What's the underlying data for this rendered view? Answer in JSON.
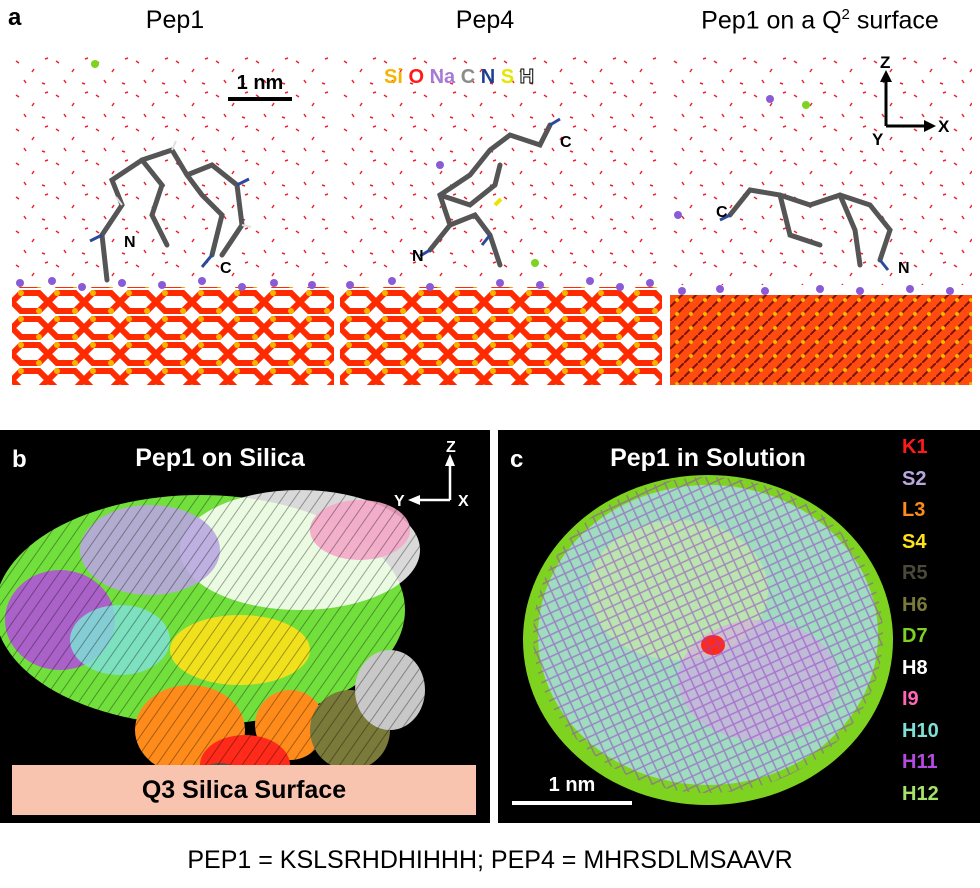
{
  "panel_a": {
    "label": "a",
    "titles": [
      "Pep1",
      "Pep4",
      "Pep1 on a Q",
      "2",
      " surface"
    ],
    "scale_bar": "1 nm",
    "legend": [
      {
        "text": "Si",
        "color": "#f5b400"
      },
      {
        "text": "O",
        "color": "#ff1a1a"
      },
      {
        "text": "Na",
        "color": "#a77ad6"
      },
      {
        "text": "C",
        "color": "#8c8c8c"
      },
      {
        "text": "N",
        "color": "#1f3e8f"
      },
      {
        "text": "S",
        "color": "#e6e600"
      },
      {
        "text": "H",
        "color": "#ffffff"
      }
    ],
    "axes": {
      "z": "Z",
      "y": "Y",
      "x": "X"
    },
    "termini": {
      "n": "N",
      "c": "C"
    }
  },
  "panel_b": {
    "label": "b",
    "title": "Pep1 on Silica",
    "axes": {
      "z": "Z",
      "y": "Y",
      "x": "X"
    },
    "surface_label": "Q3 Silica Surface"
  },
  "panel_c": {
    "label": "c",
    "title": "Pep1 in Solution",
    "scale_bar": "1 nm",
    "residues": [
      {
        "text": "K1",
        "color": "#ff1a1a"
      },
      {
        "text": "S2",
        "color": "#b9a7e0"
      },
      {
        "text": "L3",
        "color": "#ff8c1a"
      },
      {
        "text": "S4",
        "color": "#ffe11a"
      },
      {
        "text": "R5",
        "color": "#4a4a3a"
      },
      {
        "text": "H6",
        "color": "#7a7a3a"
      },
      {
        "text": "D7",
        "color": "#7ed321"
      },
      {
        "text": "H8",
        "color": "#ffffff"
      },
      {
        "text": "I9",
        "color": "#ff66b3"
      },
      {
        "text": "H10",
        "color": "#7fe0d6"
      },
      {
        "text": "H11",
        "color": "#b44be0"
      },
      {
        "text": "H12",
        "color": "#a6e36b"
      }
    ]
  },
  "caption": "PEP1 = KSLSRHDHIHHH; PEP4 = MHRSDLMSAAVR"
}
